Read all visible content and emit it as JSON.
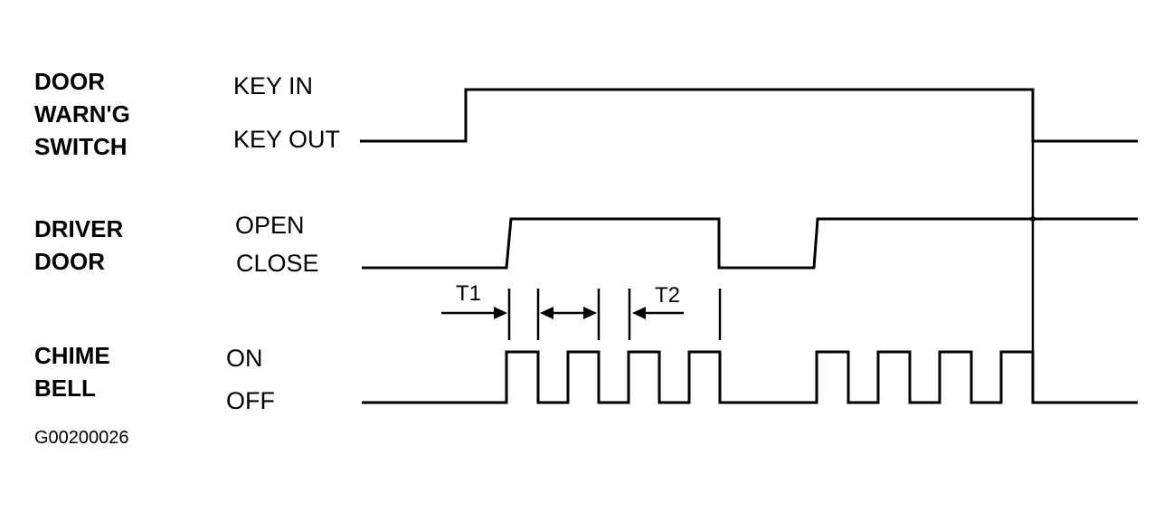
{
  "signals": [
    {
      "id": "door-warning-switch",
      "label_lines": [
        "DOOR",
        "WARN'G",
        "SWITCH"
      ],
      "high_state": "KEY IN",
      "low_state": "KEY OUT"
    },
    {
      "id": "driver-door",
      "label_lines": [
        "DRIVER",
        "DOOR"
      ],
      "high_state": "OPEN",
      "low_state": "CLOSE"
    },
    {
      "id": "chime-bell",
      "label_lines": [
        "CHIME",
        "BELL"
      ],
      "high_state": "ON",
      "low_state": "OFF"
    }
  ],
  "timing_markers": {
    "t1": "T1",
    "t2": "T2"
  },
  "figure_id": "G00200026"
}
